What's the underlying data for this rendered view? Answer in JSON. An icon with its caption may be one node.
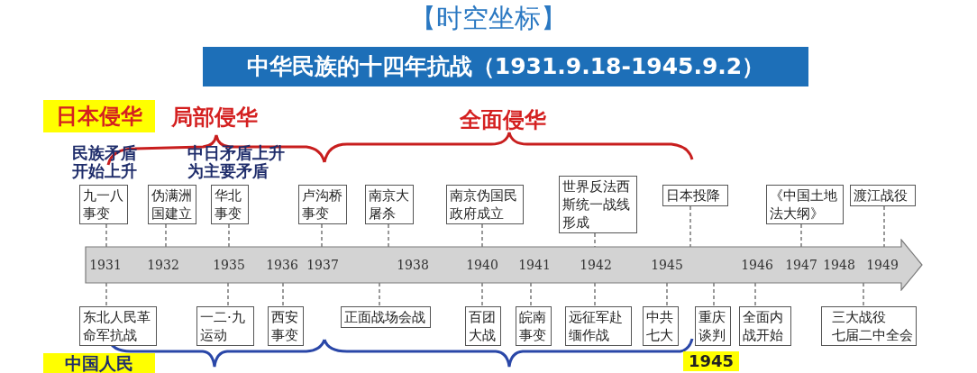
{
  "diagram": {
    "title": "【时空坐标】",
    "nodes": [
      {
        "text": [
          "中华民族的十四年抗战（1931.9.18-1945.9.2）"
        ]
      },
      {
        "text": [
          "九一八事变"
        ]
      },
      {
        "text": [
          "伪满洲国建立"
        ]
      },
      {
        "text": [
          "华北事变"
        ]
      },
      {
        "text": [
          "卢沟桥事变"
        ]
      },
      {
        "text": [
          "南京大屠杀"
        ]
      },
      {
        "text": [
          "南京伪国民政府成立"
        ]
      },
      {
        "text": [
          "世界反法西斯统一战线形成"
        ]
      },
      {
        "text": [
          "日本投降"
        ]
      },
      {
        "text": [
          "《中国土地法大纲》"
        ]
      },
      {
        "text": [
          "渡江战役"
        ]
      },
      {
        "text": [
          "1931",
          "1932",
          "1935",
          "1936",
          "1937",
          "1938",
          "1940",
          "1941",
          "1942",
          "1945",
          "1946",
          "1947",
          "1948",
          "1949"
        ]
      },
      {
        "text": [
          "东北人民革命军抗战"
        ]
      },
      {
        "text": [
          "一二·九运动"
        ]
      },
      {
        "text": [
          "西安事变"
        ]
      },
      {
        "text": [
          "正面战场会战"
        ]
      },
      {
        "text": [
          "百团大战"
        ]
      },
      {
        "text": [
          "皖南事变"
        ]
      },
      {
        "text": [
          "远征军赴缅作战"
        ]
      },
      {
        "text": [
          "中共七大"
        ]
      },
      {
        "text": [
          "重庆谈判"
        ]
      },
      {
        "text": [
          "全面内战开始"
        ]
      },
      {
        "text": [
          "三大战役",
          "七届二中全会"
        ]
      }
    ],
    "edges": [
      {
        "from": 1,
        "to": 11,
        "arrow": "none",
        "style": "dashed"
      },
      {
        "from": 2,
        "to": 11,
        "arrow": "none",
        "style": "dashed"
      },
      {
        "from": 3,
        "to": 11,
        "arrow": "none",
        "style": "dashed"
      },
      {
        "from": 4,
        "to": 11,
        "arrow": "none",
        "style": "dashed"
      },
      {
        "from": 5,
        "to": 11,
        "arrow": "none",
        "style": "dashed"
      },
      {
        "from": 6,
        "to": 11,
        "arrow": "none",
        "style": "dashed"
      },
      {
        "from": 7,
        "to": 11,
        "arrow": "none",
        "style": "dashed"
      },
      {
        "from": 8,
        "to": 11,
        "arrow": "none",
        "style": "dashed"
      },
      {
        "from": 9,
        "to": 11,
        "arrow": "none",
        "style": "dashed"
      },
      {
        "from": 10,
        "to": 11,
        "arrow": "none",
        "style": "dashed"
      },
      {
        "from": 11,
        "to": 12,
        "arrow": "none",
        "style": "dashed"
      },
      {
        "from": 11,
        "to": 13,
        "arrow": "none",
        "style": "dashed"
      },
      {
        "from": 11,
        "to": 14,
        "arrow": "none",
        "style": "dashed"
      },
      {
        "from": 11,
        "to": 15,
        "arrow": "none",
        "style": "dashed"
      },
      {
        "from": 11,
        "to": 16,
        "arrow": "none",
        "style": "dashed"
      },
      {
        "from": 11,
        "to": 17,
        "arrow": "none",
        "style": "dashed"
      },
      {
        "from": 11,
        "to": 18,
        "arrow": "none",
        "style": "dashed"
      },
      {
        "from": 11,
        "to": 19,
        "arrow": "none",
        "style": "dashed"
      },
      {
        "from": 11,
        "to": 20,
        "arrow": "none",
        "style": "dashed"
      },
      {
        "from": 11,
        "to": 21,
        "arrow": "none",
        "style": "dashed"
      },
      {
        "from": 11,
        "to": 22,
        "arrow": "none",
        "style": "dashed"
      }
    ],
    "labels": [
      "日本侵华",
      "局部侵华",
      "全面侵华",
      "民族矛盾开始上升",
      "中日矛盾上升为主要矛盾",
      "1945",
      "中国人民"
    ]
  }
}
